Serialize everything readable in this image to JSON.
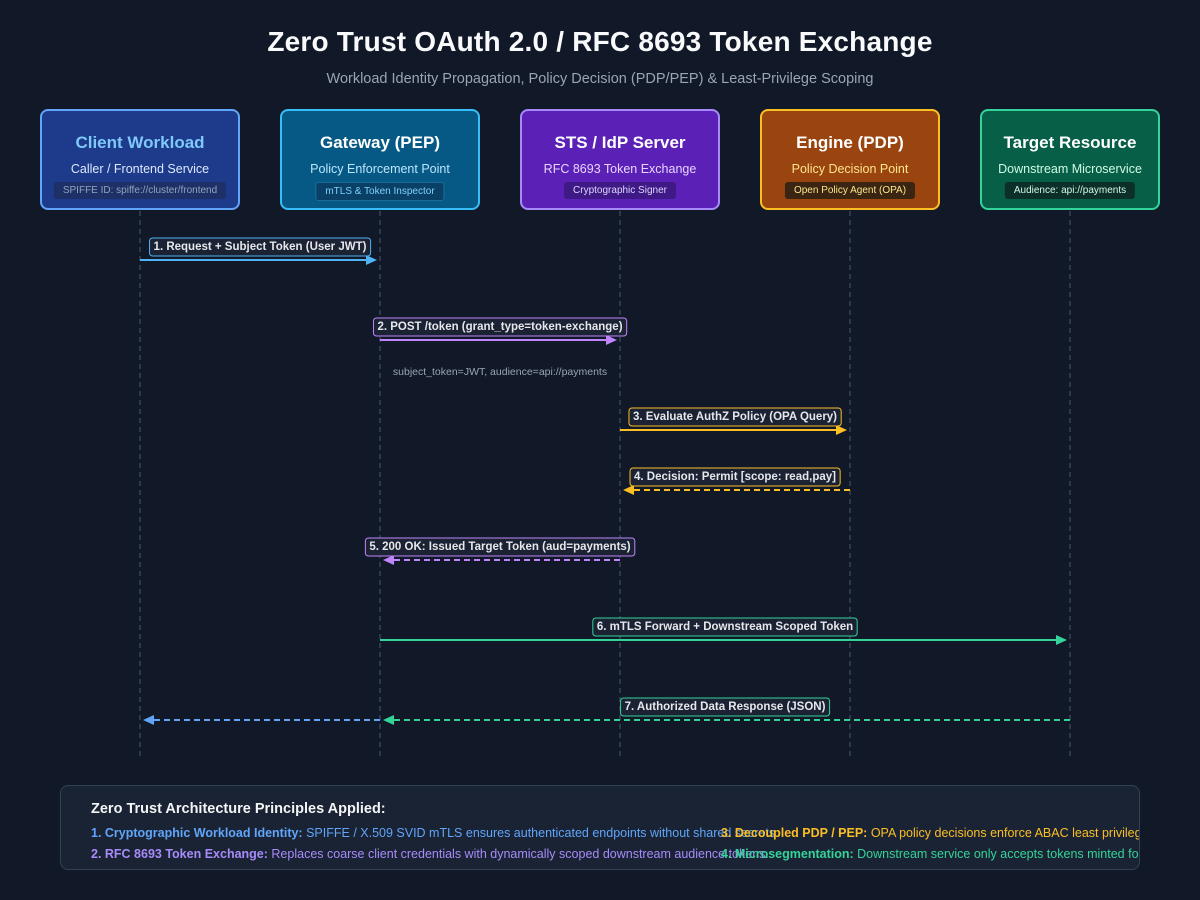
{
  "header": {
    "title": "Zero Trust OAuth 2.0 / RFC 8693 Token Exchange",
    "subtitle": "Workload Identity Propagation, Policy Decision (PDP/PEP) & Least-Privilege Scoping"
  },
  "actors": [
    {
      "name": "Client Workload",
      "role": "Caller / Frontend Service",
      "badge": "SPIFFE ID: spiffe://cluster/frontend",
      "color": "#60a5fa"
    },
    {
      "name": "Gateway (PEP)",
      "role": "Policy Enforcement Point",
      "badge": "mTLS & Token Inspector",
      "color": "#38bdf8"
    },
    {
      "name": "STS / IdP Server",
      "role": "RFC 8693 Token Exchange",
      "badge": "Cryptographic Signer",
      "color": "#a78bfa"
    },
    {
      "name": "Engine (PDP)",
      "role": "Policy Decision Point",
      "badge": "Open Policy Agent (OPA)",
      "color": "#fbbf24"
    },
    {
      "name": "Target Resource",
      "role": "Downstream Microservice",
      "badge": "Audience: api://payments",
      "color": "#34d399"
    }
  ],
  "messages": [
    {
      "label": "1. Request + Subject Token (User JWT)",
      "from": 0,
      "to": 1,
      "style": "solid",
      "color": "#4fb3f6"
    },
    {
      "label": "2. POST /token (grant_type=token-exchange)",
      "note": "subject_token=JWT, audience=api://payments",
      "from": 1,
      "to": 2,
      "style": "solid",
      "color": "#c084fc"
    },
    {
      "label": "3. Evaluate AuthZ Policy (OPA Query)",
      "from": 2,
      "to": 3,
      "style": "solid",
      "color": "#fbbf24"
    },
    {
      "label": "4. Decision: Permit [scope: read,pay]",
      "from": 3,
      "to": 2,
      "style": "dashed",
      "color": "#fbbf24"
    },
    {
      "label": "5. 200 OK: Issued Target Token (aud=payments)",
      "from": 2,
      "to": 1,
      "style": "dashed",
      "color": "#c084fc"
    },
    {
      "label": "6. mTLS Forward + Downstream Scoped Token",
      "from": 1,
      "to": 4,
      "style": "solid",
      "color": "#34d399"
    },
    {
      "label": "7. Authorized Data Response (JSON)",
      "from": 4,
      "to": 1,
      "style": "dashed",
      "color": "#34d399",
      "relay_to": 0,
      "relay_color": "#60a5fa"
    }
  ],
  "principles": {
    "title": "Zero Trust Architecture Principles Applied:",
    "items": [
      {
        "title": "1. Cryptographic Workload Identity:",
        "text": "SPIFFE / X.509 SVID mTLS ensures authenticated endpoints without shared secrets."
      },
      {
        "title": "2. RFC 8693 Token Exchange:",
        "text": "Replaces coarse client credentials with dynamically scoped downstream audience tokens."
      },
      {
        "title": "3. Decoupled PDP / PEP:",
        "text": "OPA policy decisions enforce ABAC least privilege."
      },
      {
        "title": "4. Microsegmentation:",
        "text": "Downstream service only accepts tokens minted for its explicit audience."
      }
    ]
  }
}
